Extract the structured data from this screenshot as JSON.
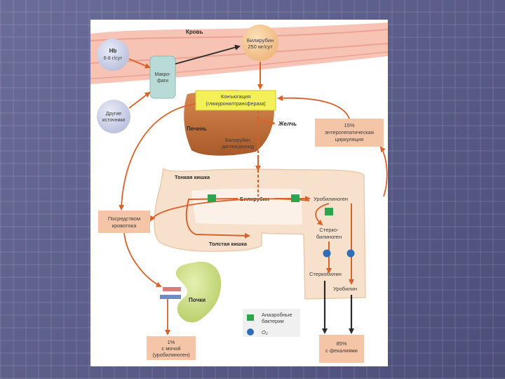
{
  "labels": {
    "blood": "Кровь",
    "hb_top": "Hb",
    "hb_bottom": "6-8 г/сут",
    "bilirubin_blood_1": "Билирубин",
    "bilirubin_blood_2": "250 мг/сут",
    "macrophages_1": "Макро-",
    "macrophages_2": "фаги",
    "other_sources_1": "Другие",
    "other_sources_2": "источники",
    "conjugation_1": "Конъюгация",
    "conjugation_2": "(глюкуронилтрансфераза)",
    "liver": "Печень",
    "bile": "Желчь",
    "bilirubin_glucuronide_1": "Билирубин",
    "bilirubin_glucuronide_2": "диглюкуронид",
    "enterohepatic_1": "15%",
    "enterohepatic_2": "энтерогепатическая",
    "enterohepatic_3": "циркуляция",
    "small_intestine": "Тонкая кишка",
    "via_bloodstream_1": "Посредством",
    "via_bloodstream_2": "кровотока",
    "bilirubin_gut": "Билирубин",
    "urobilinogen": "Уробилиноген",
    "stercobilinogen_1": "Стерко-",
    "stercobilinogen_2": "билиноген",
    "large_intestine": "Толстая кишка",
    "stercobilin": "Стеркобилин",
    "kidneys": "Почки",
    "urobilin": "Уробилин",
    "legend_bacteria_1": "Анаэробные",
    "legend_bacteria_2": "бактерии",
    "legend_o2": "O₂",
    "urine_1": "1%",
    "urine_2": "с мочой",
    "urine_3": "(уробилиноген)",
    "feces_1": "85%",
    "feces_2": "с фекалиями"
  },
  "colors": {
    "slide_background": "#5a5d86",
    "blood_vessel": "#f6c3b5",
    "liver": "#c8733a",
    "intestine": "#f7e0cc",
    "label_box": "#f5c5a8",
    "conjugation_box": "#f4f05a",
    "arrow_orange": "#d9622b",
    "arrow_dark": "#2a2a2a",
    "bacteria_marker": "#2ea44f",
    "oxygen_marker": "#2f6db5",
    "kidney": "#cfe08a",
    "circle": "#c9cee6",
    "bilirubin_circle": "#f6c592"
  },
  "icons": [
    "bacteria-marker-icon",
    "oxygen-marker-icon"
  ]
}
